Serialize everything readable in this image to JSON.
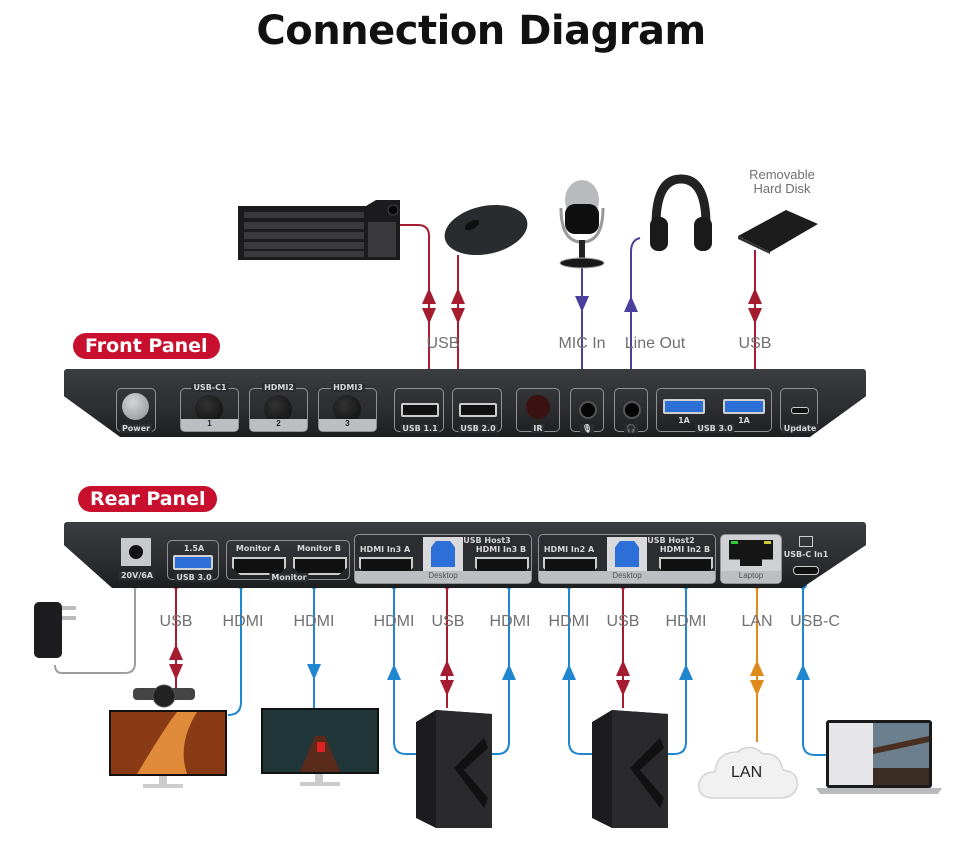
{
  "title": "Connection Diagram",
  "colors": {
    "usb": "#a51c30",
    "audio": "#4a3f9c",
    "hdmi": "#1f86d0",
    "lan": "#e08a1e",
    "power": "#9e9e9e",
    "badge": "#c8102e"
  },
  "front_panel": {
    "badge": "Front Panel",
    "devices": [
      {
        "name": "Keyboard",
        "icon": "keyboard-icon"
      },
      {
        "name": "Mouse",
        "icon": "mouse-icon"
      },
      {
        "name": "Microphone",
        "icon": "microphone-icon"
      },
      {
        "name": "Headphones",
        "icon": "headphones-icon"
      },
      {
        "name": "Removable Hard Disk",
        "label_line1": "Removable",
        "label_line2": "Hard Disk",
        "icon": "hard-disk-icon"
      }
    ],
    "connection_labels": [
      "USB",
      "MIC In",
      "Line Out",
      "USB"
    ],
    "ports": {
      "power": "Power",
      "usbc1": "USB-C1",
      "hdmi2": "HDMI2",
      "hdmi3": "HDMI3",
      "sel1": "1",
      "sel2": "2",
      "sel3": "3",
      "usb11": "USB 1.1",
      "usb20": "USB 2.0",
      "ir": "IR",
      "usb30": "USB 3.0",
      "usb30_a1": "1A",
      "usb30_a2": "1A",
      "update": "Update"
    }
  },
  "rear_panel": {
    "badge": "Rear Panel",
    "ports": {
      "power_in": "20V/6A",
      "usb30_current": "1.5A",
      "usb30": "USB 3.0",
      "monitor_a": "Monitor A",
      "monitor_b": "Monitor B",
      "monitor": "Monitor",
      "hdmi_in3a": "HDMI In3 A",
      "usb_host3": "USB Host3",
      "hdmi_in3b": "HDMI In3 B",
      "desktop3": "Desktop",
      "hdmi_in2a": "HDMI In2 A",
      "usb_host2": "USB Host2",
      "hdmi_in2b": "HDMI In2 B",
      "desktop2": "Desktop",
      "laptop": "Laptop",
      "usbc_in1": "USB-C In1"
    },
    "connection_labels": [
      "USB",
      "HDMI",
      "HDMI",
      "HDMI",
      "USB",
      "HDMI",
      "HDMI",
      "USB",
      "HDMI",
      "LAN",
      "USB-C"
    ],
    "devices": [
      {
        "name": "Power Adapter",
        "icon": "power-adapter-icon"
      },
      {
        "name": "Monitor with Webcam",
        "icon": "monitor-webcam-icon"
      },
      {
        "name": "Monitor",
        "icon": "monitor-icon"
      },
      {
        "name": "Desktop PC 3",
        "icon": "desktop-tower-icon"
      },
      {
        "name": "Desktop PC 2",
        "icon": "desktop-tower-icon"
      },
      {
        "name": "LAN",
        "label": "LAN",
        "icon": "cloud-icon"
      },
      {
        "name": "Laptop",
        "icon": "laptop-icon"
      }
    ]
  }
}
